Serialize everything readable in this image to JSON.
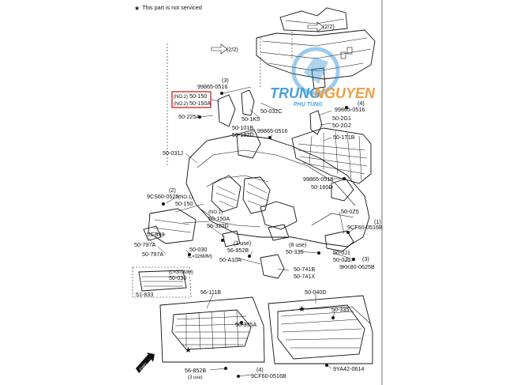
{
  "legend": {
    "star": "★",
    "text": "This part is not serviced"
  },
  "watermark": {
    "brand_a": "TRUNG",
    "brand_b": "NGUYEN",
    "sub": "PHỤ TÙNG",
    "color_blue": "#2a8fd4",
    "color_orange": "#f08a1c"
  },
  "labels": {
    "l_2_2_top": "(2/2)",
    "l_2_2_left": "(2/2)",
    "l_99865_0516_a": "99865-0516",
    "l_3_a": "(3)",
    "l_no2_a": "(NO.2)",
    "l_50_150_boxed": "50-150",
    "l_no2_b": "(NO.2)",
    "l_50_150A_boxed": "50-150A",
    "l_50_225A": "50-225A",
    "l_50_1K5": "50-1K5",
    "l_50_032C": "50-032C",
    "l_4_a": "(4)",
    "l_99865_0516_b": "99865-0516",
    "l_50_2G1": "50-2G1",
    "l_50_2G2": "50-2G2",
    "l_50_101B": "50-101B",
    "l_50_102D": "50-102D",
    "l_99865_0516_c": "99865-0516",
    "l_50_1T1B": "50-1T1B",
    "l_50_031J": "50-031J",
    "l_99865_0516_d": "99865-0516",
    "l_50_160D": "50-160D",
    "l_2_b": "(2)",
    "l_9CS60_0525": "9CS60-0525",
    "l_no1_a": "(NO.1)",
    "l_50_150": "50-150",
    "l_no1_b": "(NO.1)",
    "l_50_150A": "50-150A",
    "l_50_0Z5": "50-0Z5",
    "l_1_a": "(1)",
    "l_9CF60_0516B_a": "9CF60-0516B",
    "l_56_320D": "56-320D",
    "l_51_833_a": "51-833",
    "l_50_797A_a": "50-797A",
    "l_50_797A_b": "50-797A",
    "l_2use": "(2 use)",
    "l_56_852B_a": "56-852B",
    "l_8use": "(8 use)",
    "l_50_335_a": "50-335",
    "l_50_0J1": "50-0J1",
    "l_50_0J5": "50-0J5",
    "l_3_b": "(3)",
    "l_9KK80_0625B": "9KK80-0625B",
    "l_50_030_a": "50-030",
    "l_L326": "(L=326MM)",
    "l_50_A10A": "50-A10A",
    "l_50_741B": "50-741B",
    "l_50_741X": "50-741X",
    "l_L309": "(L=309MM)",
    "l_50_030_b": "50-030",
    "l_51_833_b": "51-833",
    "l_56_111B": "56-111B",
    "l_50_040D": "50-040D",
    "l_50_335_b": "50-335",
    "l_50_335A": "50-335A",
    "l_56_852B_b": "56-852B",
    "l_3use": "(3 use)",
    "l_4_b": "(4)",
    "l_9CF60_0516B_b": "9CF60-0516B",
    "l_9YA42_0614": "9YA42-0614",
    "l_fwd": "FWD"
  }
}
